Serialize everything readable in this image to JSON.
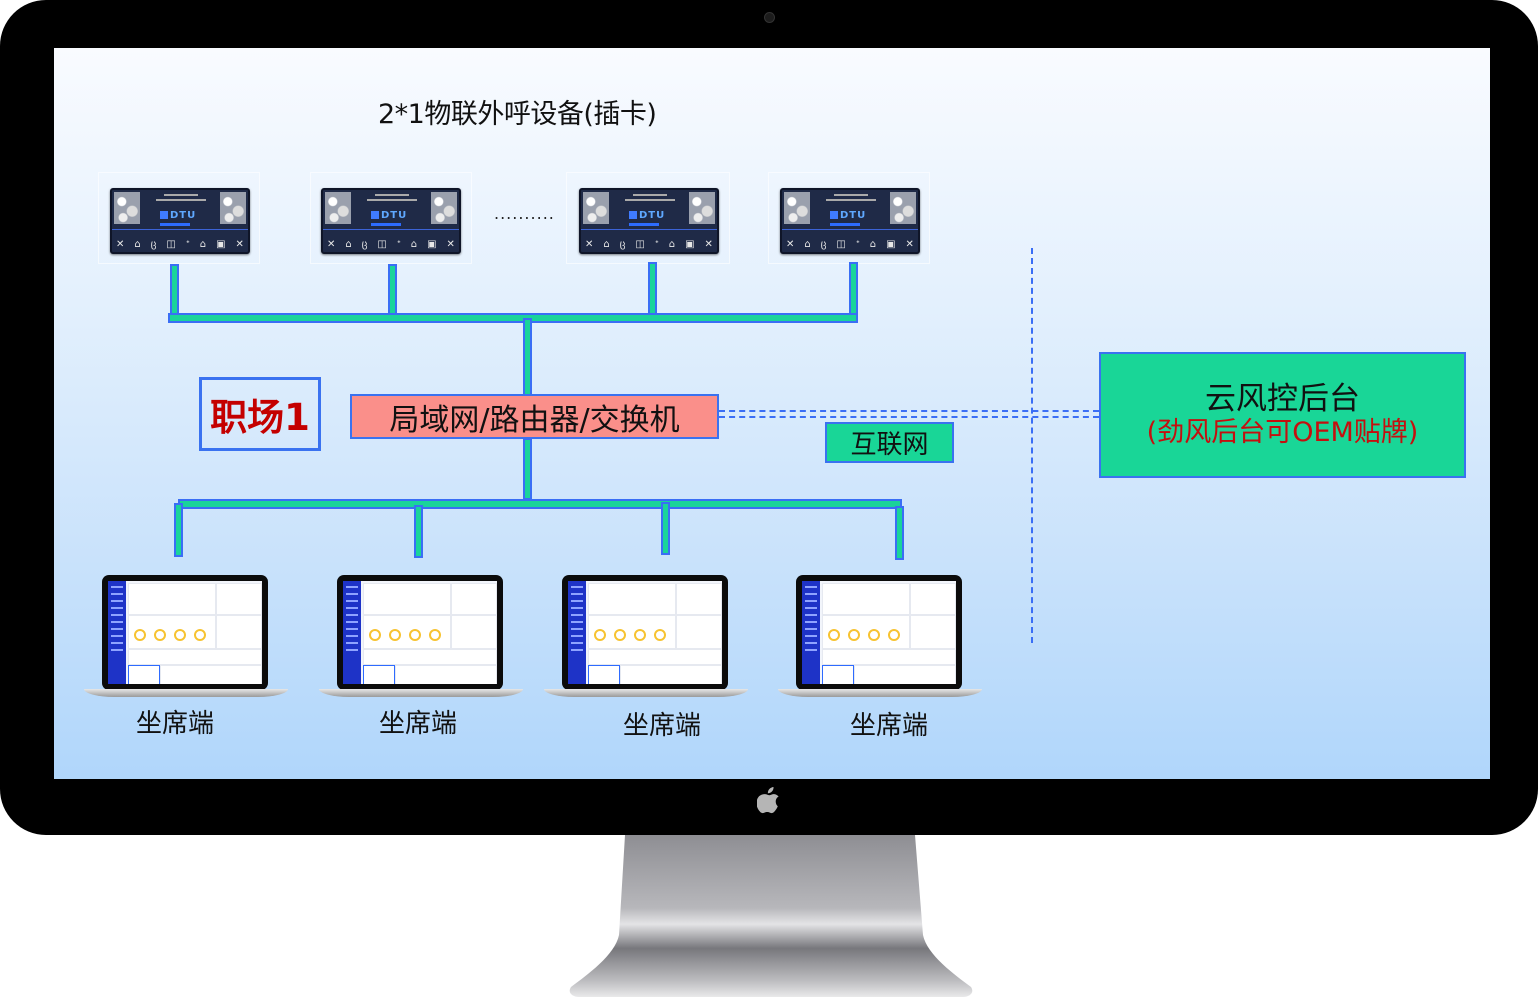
{
  "diagram": {
    "title": "2*1物联外呼设备(插卡)",
    "devices": [
      {
        "id": "device-1",
        "brand": "DTU"
      },
      {
        "id": "device-2",
        "brand": "DTU"
      },
      {
        "id": "device-3",
        "brand": "DTU"
      },
      {
        "id": "device-4",
        "brand": "DTU"
      }
    ],
    "ellipsis": "..........",
    "workplace_label": "职场1",
    "lan_label": "局域网/路由器/交换机",
    "internet_label": "互联网",
    "cloud": {
      "title": "云风控后台",
      "subtitle": "(劲风后台可OEM贴牌)"
    },
    "terminals": [
      {
        "label": "坐席端"
      },
      {
        "label": "坐席端"
      },
      {
        "label": "坐席端"
      },
      {
        "label": "坐席端"
      }
    ],
    "colors": {
      "pipe_fill": "#1ad49a",
      "pipe_border": "#3a6ef5",
      "lan_box": "#fa8f8a",
      "cloud_box": "#19d697",
      "workplace_text": "#c40000",
      "cloud_subtitle_text": "#c50f0f"
    }
  },
  "monitor": {
    "logo_icon": "apple-logo-icon"
  }
}
